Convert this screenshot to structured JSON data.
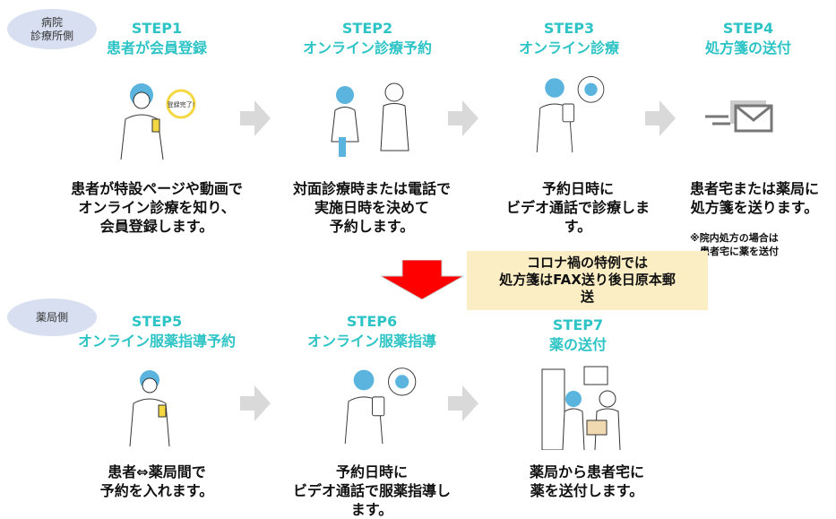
{
  "sections": {
    "hospital": "病院\n診療所側",
    "pharmacy": "薬局側"
  },
  "steps": [
    {
      "label": "STEP1",
      "title": "患者が会員登録",
      "desc": "患者が特設ページや動画で\nオンライン診療を知り、\n会員登録します。",
      "bubble": "登録完了!"
    },
    {
      "label": "STEP2",
      "title": "オンライン診療予約",
      "desc": "対面診療時または電話で\n実施日時を決めて\n予約します。"
    },
    {
      "label": "STEP3",
      "title": "オンライン診療",
      "desc": "予約日時に\nビデオ通話で診療しま\nす。"
    },
    {
      "label": "STEP4",
      "title": "処方箋の送付",
      "desc": "患者宅または薬局に\n処方箋を送ります。",
      "note": "※院内処方の場合は\n　患者宅に薬を送付"
    },
    {
      "label": "STEP5",
      "title": "オンライン服薬指導予約",
      "desc": "患者⇔薬局間で\n予約を入れます。"
    },
    {
      "label": "STEP6",
      "title": "オンライン服薬指導",
      "desc": "予約日時に\nビデオ通話で服薬指導し\nます。"
    },
    {
      "label": "STEP7",
      "title": "薬の送付",
      "desc": "薬局から患者宅に\n薬を送付します。"
    }
  ],
  "covid_note": "コロナ禍の特例では\n処方箋はFAX送り後日原本郵\n送",
  "colors": {
    "accent": "#2ec4c6",
    "arrow": "#d9d9d9",
    "red": "#ff0000",
    "note_bg": "#fbeec4",
    "badge": "#d7dff0"
  }
}
